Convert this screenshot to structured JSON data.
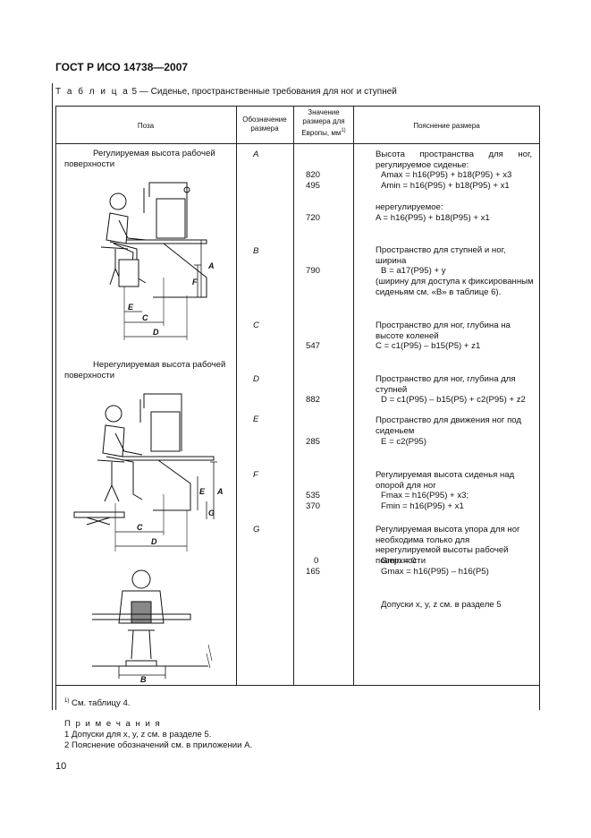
{
  "header": {
    "doc_id": "ГОСТ Р ИСО 14738—2007",
    "caption_prefix": "Т а б л и ц а",
    "caption_rest": " 5 — Сиденье, пространственные требования для ног и ступней"
  },
  "table": {
    "col_headers": {
      "pose": "Поза",
      "designation": "Обозначение размера",
      "value": "Значение размера для Европы, мм",
      "value_sup": "1)",
      "explanation": "Пояснение размера"
    },
    "pose_labels": {
      "adjustable": "Регулируемая высота рабочей поверхности",
      "fixed": "Нерегулируемая высота рабочей поверхности"
    },
    "designations": [
      "A",
      "B",
      "C",
      "D",
      "E",
      "F",
      "G"
    ],
    "values": {
      "a_max": "820",
      "a_min": "495",
      "a_fixed": "720",
      "b": "790",
      "c": "547",
      "d": "882",
      "e": "285",
      "f_max": "535",
      "f_min": "370",
      "g_min": "0",
      "g_max": "165"
    },
    "explanations": {
      "a_title": "Высота пространства для ног, регулируемое сиденье:",
      "a_max_formula": "Amax = h16(P95) + b18(P95) + x3",
      "a_min_formula": "Amin = h16(P95) + b18(P95) + x1",
      "a_fixed_title": "нерегулируемое:",
      "a_fixed_formula": "A = h16(P95) + b18(P95) + x1",
      "b_title": "Пространство для ступней и ног, ширина",
      "b_formula": "B = a17(P95) + y",
      "b_note": "(ширину для доступа к фиксированным сиденьям см. «B» в таблице 6).",
      "c_title": "Пространство для ног, глубина на высоте коленей",
      "c_formula": "C = c1(P95) – b15(P5) + z1",
      "d_title": "Пространство для ног, глубина для ступней",
      "d_formula": "D = c1(P95) – b15(P5) + c2(P95) + z2",
      "e_title": "Пространство для движения ног под сиденьем",
      "e_formula": "E = c2(P95)",
      "f_title": "Регулируемая высота сиденья над опорой для ног",
      "f_max_formula": "Fmax = h16(P95) + x3;",
      "f_min_formula": "Fmin = h16(P95) + x1",
      "g_title": "Регулируемая высота упора для ног необходима только для нерегулируемой высоты рабочей поверхности",
      "g_min_formula": "Gmin = 0",
      "g_max_formula": "Gmax = h16(P95) – h16(P5)",
      "tolerance_note": "Допуски x, y, z см. в разделе 5"
    },
    "figure_labels": {
      "top": [
        "A",
        "F",
        "E",
        "C",
        "D"
      ],
      "middle": [
        "A",
        "E",
        "G",
        "C",
        "D"
      ],
      "bottom": [
        "B"
      ]
    }
  },
  "footnotes": {
    "footnote_marker": "1)",
    "footnote_text": " См. таблицу 4.",
    "notes_title": "П р и м е ч а н и я",
    "note_1": "1 Допуски для x, y, z  см. в разделе 5.",
    "note_2": "2 Пояснение обозначений см. в приложении А."
  },
  "page_number": "10"
}
